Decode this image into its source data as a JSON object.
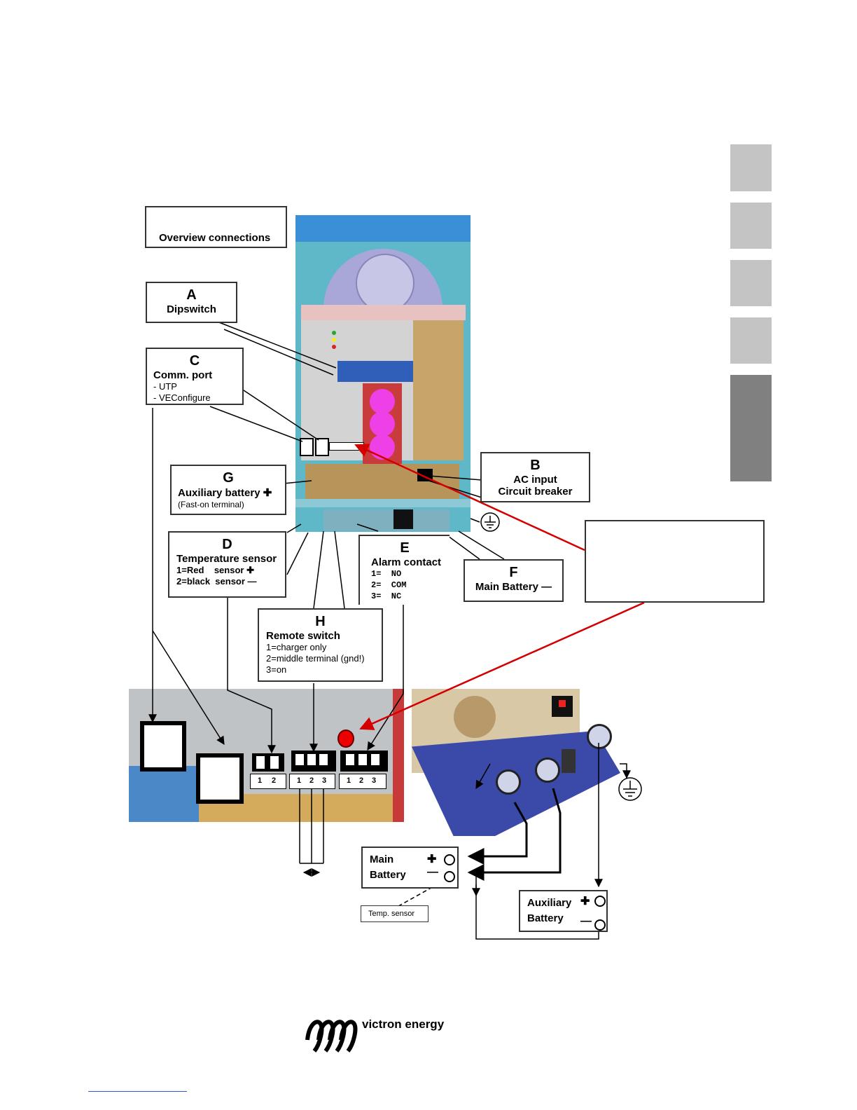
{
  "overview_label": "Overview connections",
  "callouts": {
    "A": {
      "letter": "A",
      "title": "Dipswitch"
    },
    "B": {
      "letter": "B",
      "title": "AC input",
      "sub": "Circuit breaker"
    },
    "C": {
      "letter": "C",
      "title": "Comm. port",
      "items": [
        "- UTP",
        "- VEConfigure"
      ]
    },
    "D": {
      "letter": "D",
      "title": "Temperature sensor",
      "items": [
        "1=Red    sensor ✚",
        "2=black  sensor —"
      ]
    },
    "E": {
      "letter": "E",
      "title": "Alarm contact",
      "items": [
        "1=  NO",
        "2=  COM",
        "3=  NC"
      ]
    },
    "F": {
      "letter": "F",
      "title": "Main Battery —"
    },
    "G": {
      "letter": "G",
      "title": "Auxiliary battery ✚",
      "sub": "(Fast-on terminal)"
    },
    "H": {
      "letter": "H",
      "title": "Remote switch",
      "items": [
        "1=charger only",
        "2=middle terminal (gnd!)",
        "3=on"
      ]
    }
  },
  "terminal_numbers": {
    "two": [
      "1",
      "2"
    ],
    "three": [
      "1",
      "2",
      "3"
    ]
  },
  "battery_diagram": {
    "main_battery": [
      "Main",
      "Battery"
    ],
    "auxiliary_battery": [
      "Auxiliary",
      "Battery"
    ],
    "plus": "✚",
    "minus": "—",
    "temp_sensor": "Temp. sensor"
  },
  "logo": {
    "text": "victron energy"
  },
  "colors": {
    "accent_red": "#d40000",
    "side_tab": "#c4c4c4",
    "side_tab_active": "#808080",
    "device_blue": "#3a8fd6"
  }
}
